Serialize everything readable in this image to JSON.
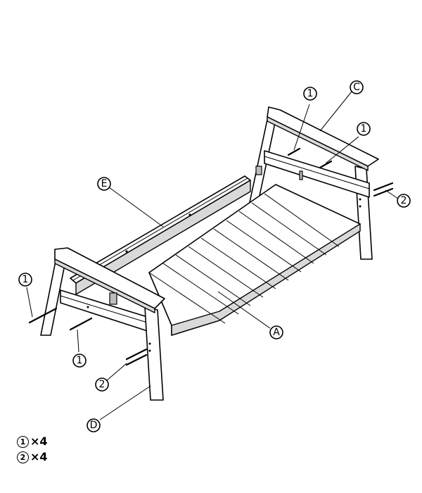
{
  "callouts": {
    "A": "A",
    "C": "C",
    "D": "D",
    "E": "E",
    "screw": "1",
    "bolt": "2"
  },
  "legend": [
    {
      "num": "1",
      "qty": "×4"
    },
    {
      "num": "2",
      "qty": "×4"
    }
  ]
}
